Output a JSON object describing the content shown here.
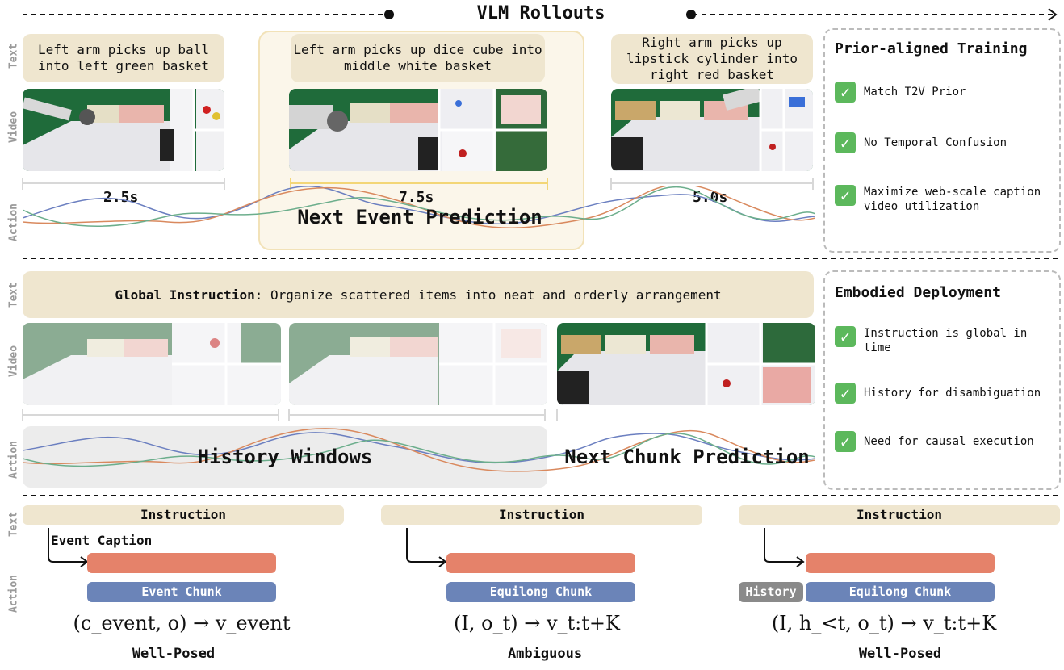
{
  "header": {
    "title": "VLM Rollouts"
  },
  "row_labels": {
    "text": "Text",
    "video": "Video",
    "action": "Action"
  },
  "rollouts": {
    "events": [
      {
        "caption": "Left arm picks up ball into left green basket",
        "duration": "2.5s"
      },
      {
        "caption": "Left arm picks up dice cube into middle white basket",
        "duration": "7.5s"
      },
      {
        "caption": "Right arm picks up lipstick cylinder into right red basket",
        "duration": "5.0s"
      }
    ],
    "overlay_label": "Next Event Prediction"
  },
  "prior_panel": {
    "title": "Prior-aligned Training",
    "items": [
      "Match T2V Prior",
      "No Temporal Confusion",
      "Maximize web-scale caption video utilization"
    ]
  },
  "deployment": {
    "instruction_prefix": "Global Instruction",
    "instruction_text": ": Organize scattered items into neat and orderly arrangement",
    "history_label": "History Windows",
    "next_label": "Next Chunk Prediction"
  },
  "deploy_panel": {
    "title": "Embodied Deployment",
    "items": [
      "Instruction is global in time",
      "History for disambiguation",
      "Need for causal execution"
    ]
  },
  "comparison": [
    {
      "instruction": "Instruction",
      "caption_label": "Event Caption",
      "chunk": "Event Chunk",
      "formula": "(c_event, o) → v_event",
      "verdict": "Well-Posed"
    },
    {
      "instruction": "Instruction",
      "chunk": "Equilong Chunk",
      "formula": "(I, o_t) → v_t:t+K",
      "verdict": "Ambiguous"
    },
    {
      "instruction": "Instruction",
      "history": "History",
      "chunk": "Equilong Chunk",
      "formula": "(I, h_<t, o_t) → v_t:t+K",
      "verdict": "Well-Posed"
    }
  ],
  "colors": {
    "cream": "#efe6cf",
    "blue": "#6b84b8",
    "orange": "#e5826a",
    "green_check": "#5cb85c",
    "history_gray": "#8a8a8a"
  }
}
